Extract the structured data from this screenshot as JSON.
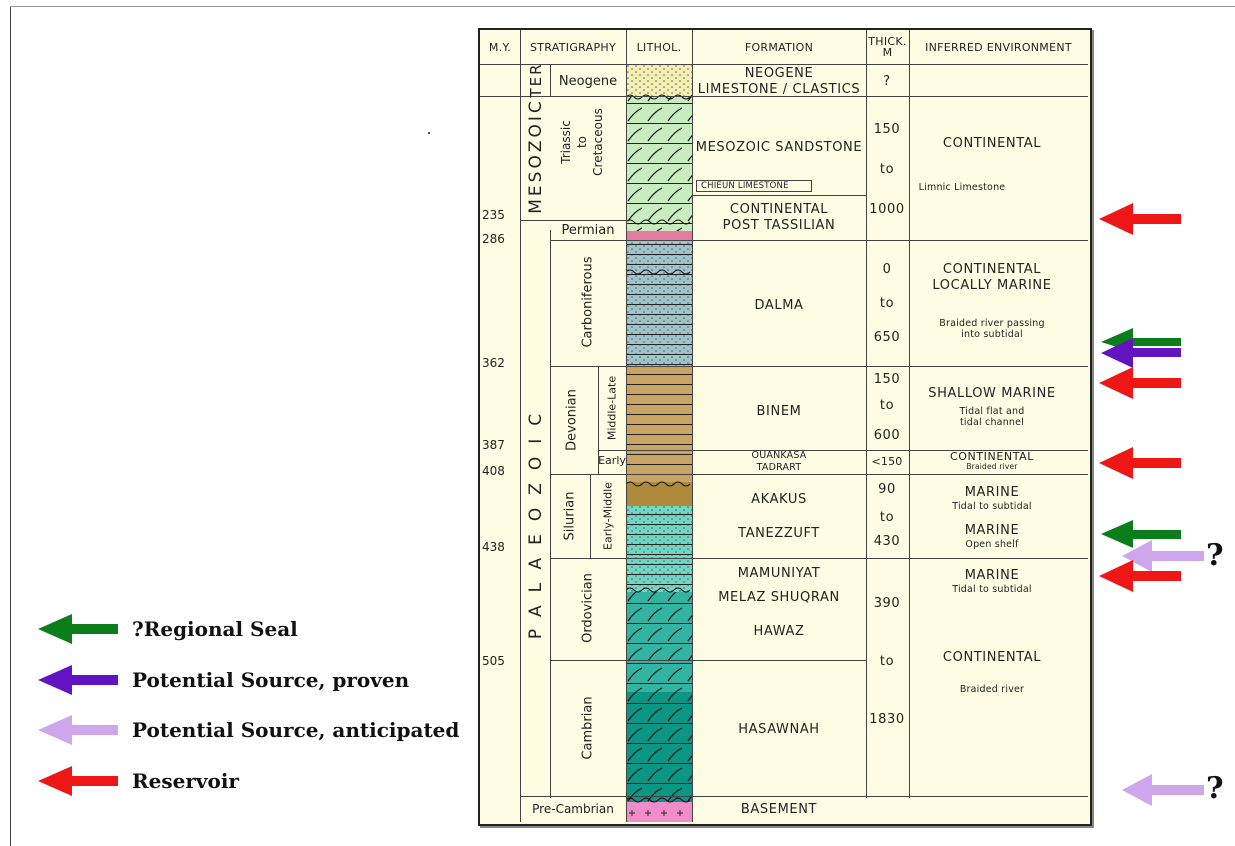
{
  "headers": {
    "my": "M.Y.",
    "stratigraphy": "STRATIGRAPHY",
    "lithol": "LITHOL.",
    "formation": "FORMATION",
    "thick_1": "THICK.",
    "thick_2": "M",
    "environment": "INFERRED ENVIRONMENT"
  },
  "ages": [
    "235",
    "286",
    "362",
    "387",
    "408",
    "438",
    "505"
  ],
  "eras": {
    "mesozoic": "MESOZOIC",
    "tertiary": "TER",
    "palaeozoic": "PALAEOZOIC"
  },
  "periods": {
    "neogene": "Neogene",
    "triassic": [
      "Triassic",
      "to",
      "Cretaceous"
    ],
    "permian": "Permian",
    "carboniferous": "Carboniferous",
    "devonian": "Devonian",
    "middle_late": "Middle-Late",
    "early": "Early",
    "silurian": "Silurian",
    "early_middle": "Early-Middle",
    "ordovician": "Ordovician",
    "cambrian": "Cambrian",
    "precambrian": "Pre-Cambrian"
  },
  "formations": {
    "neogene": [
      "NEOGENE",
      "LIMESTONE / CLASTICS"
    ],
    "mesozoic_sandstone": "MESOZOIC SANDSTONE",
    "chieun": "CHIEUN LIMESTONE",
    "continental_post": [
      "CONTINENTAL",
      "POST TASSILIAN"
    ],
    "dalma": "DALMA",
    "binem": "BINEM",
    "ouankasa": [
      "OUANKASA",
      "TADRART"
    ],
    "akakus": "AKAKUS",
    "tanezzuft": "TANEZZUFT",
    "mamuniyat": "MAMUNIYAT",
    "melaz": "MELAZ SHUQRAN",
    "hawaz": "HAWAZ",
    "hasawnah": "HASAWNAH",
    "basement": "BASEMENT"
  },
  "thickness": {
    "neogene": "?",
    "meso": [
      "150",
      "to",
      "1000"
    ],
    "carb": [
      "0",
      "to",
      "650"
    ],
    "dev": [
      "150",
      "to",
      "600"
    ],
    "early_dev": "<150",
    "sil": [
      "90",
      "to",
      "430"
    ],
    "ord_camb": [
      "390",
      "to",
      "1830"
    ]
  },
  "environments": {
    "meso": "CONTINENTAL",
    "limnic": "Limnic Limestone",
    "carb": [
      "CONTINENTAL",
      "LOCALLY MARINE"
    ],
    "carb_sub": [
      "Braided river passing",
      "into subtidal"
    ],
    "dev": "SHALLOW MARINE",
    "dev_sub": [
      "Tidal flat and",
      "tidal channel"
    ],
    "early_dev": "CONTINENTAL",
    "early_dev_sub": "Braided river",
    "akakus": "MARINE",
    "akakus_sub": "Tidal to subtidal",
    "tanezzuft": "MARINE",
    "tanezzuft_sub": "Open shelf",
    "ord": "MARINE",
    "ord_sub": "Tidal to subtidal",
    "camb": "CONTINENTAL",
    "camb_sub": "Braided river"
  },
  "legend": [
    {
      "label": "?Regional Seal",
      "color": "#0b7d1a"
    },
    {
      "label": "Potential Source, proven",
      "color": "#6214c2"
    },
    {
      "label": "Potential Source, anticipated",
      "color": "#cfa6ec"
    },
    {
      "label": "Reservoir",
      "color": "#ef1616"
    }
  ],
  "question_mark": "?"
}
